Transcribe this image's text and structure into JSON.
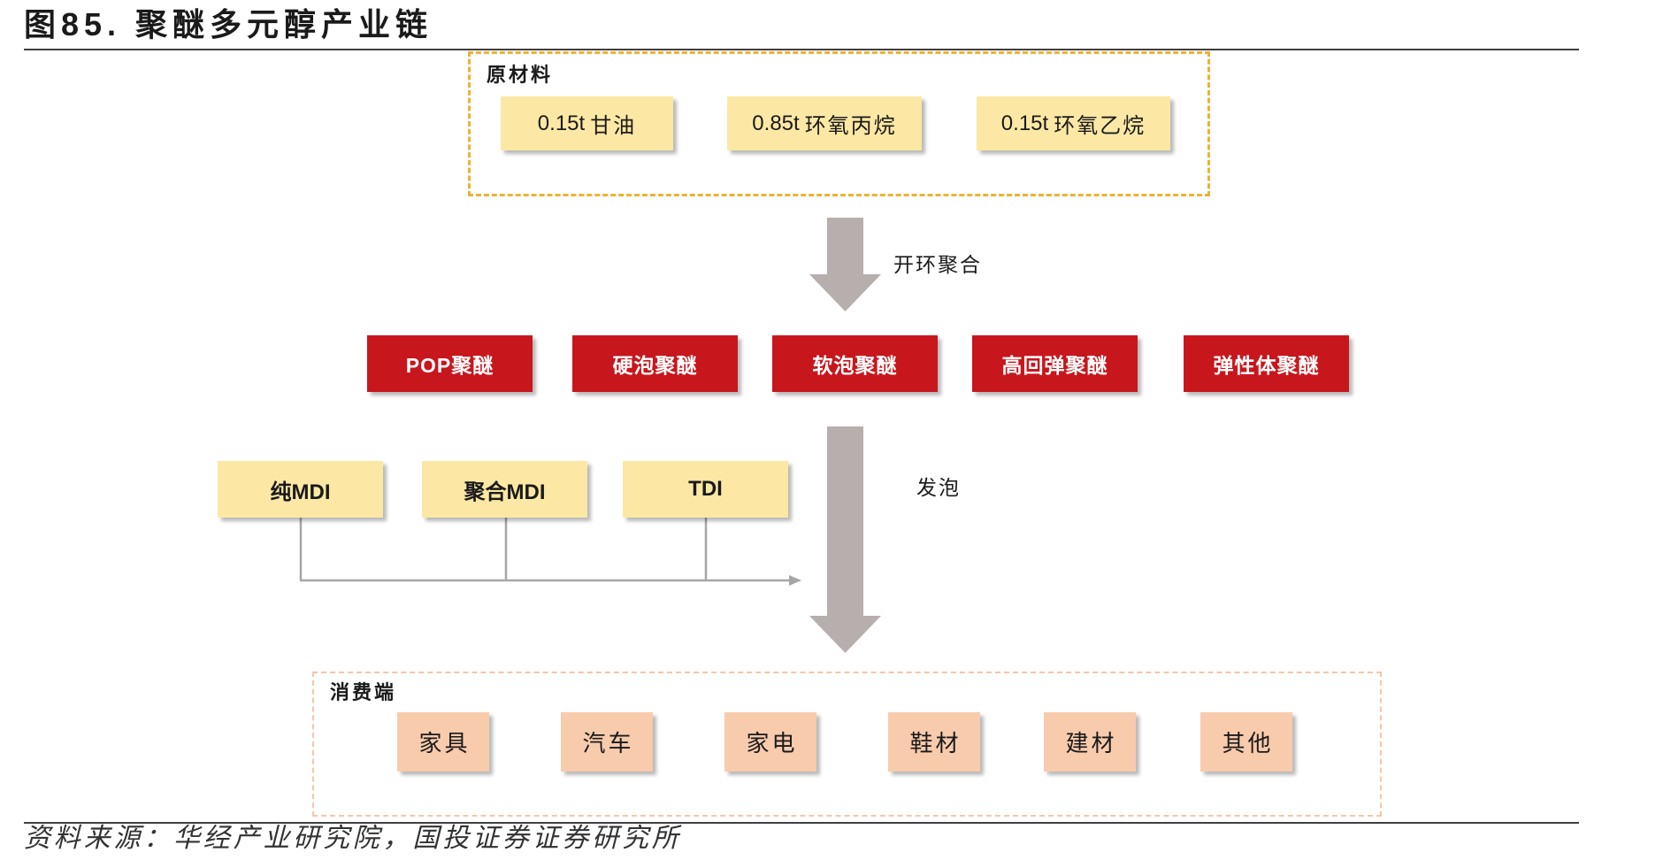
{
  "title": "图85. 聚醚多元醇产业链",
  "raw_materials": {
    "label": "原材料",
    "items": [
      {
        "amount": "0.15t",
        "name": "甘油"
      },
      {
        "amount": "0.85t",
        "name": "环氧丙烷"
      },
      {
        "amount": "0.15t",
        "name": "环氧乙烷"
      }
    ]
  },
  "process_1": "开环聚合",
  "polyethers": [
    "POP聚醚",
    "硬泡聚醚",
    "软泡聚醚",
    "高回弹聚醚",
    "弹性体聚醚"
  ],
  "process_2": "发泡",
  "isocyanates": [
    "纯MDI",
    "聚合MDI",
    "TDI"
  ],
  "consumers": {
    "label": "消费端",
    "items": [
      "家具",
      "汽车",
      "家电",
      "鞋材",
      "建材",
      "其他"
    ]
  },
  "source": "资料来源：华经产业研究院，国投证券证券研究所",
  "colors": {
    "raw_box": "#FCE8A4",
    "polyether_box": "#C8161D",
    "isocyanate_box": "#FCE8A4",
    "consumer_box": "#F8CBAD",
    "arrow": "#B7AEAE",
    "raw_border": "#EDB234",
    "consumer_border": "#F5C6A8",
    "connector": "#A6A6A6"
  },
  "icons": {
    "flow_arrow": "arrow-down-icon",
    "connector_arrow": "arrow-right-icon"
  }
}
